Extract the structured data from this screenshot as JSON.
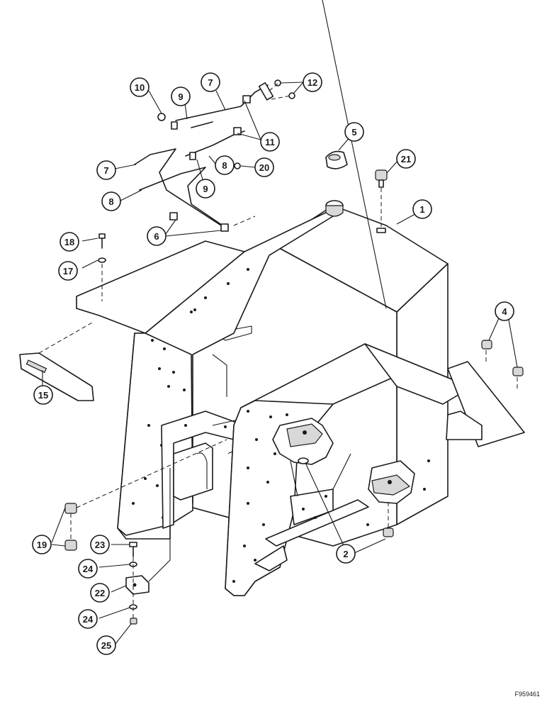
{
  "figure_id": "F959461",
  "callouts": [
    {
      "id": "c1",
      "label": "1"
    },
    {
      "id": "c2",
      "label": "2"
    },
    {
      "id": "c4",
      "label": "4"
    },
    {
      "id": "c5",
      "label": "5"
    },
    {
      "id": "c6",
      "label": "6"
    },
    {
      "id": "c7a",
      "label": "7"
    },
    {
      "id": "c7b",
      "label": "7"
    },
    {
      "id": "c8a",
      "label": "8"
    },
    {
      "id": "c8b",
      "label": "8"
    },
    {
      "id": "c9a",
      "label": "9"
    },
    {
      "id": "c9b",
      "label": "9"
    },
    {
      "id": "c10",
      "label": "10"
    },
    {
      "id": "c11",
      "label": "11"
    },
    {
      "id": "c12",
      "label": "12"
    },
    {
      "id": "c15",
      "label": "15"
    },
    {
      "id": "c17",
      "label": "17"
    },
    {
      "id": "c18",
      "label": "18"
    },
    {
      "id": "c19",
      "label": "19"
    },
    {
      "id": "c20",
      "label": "20"
    },
    {
      "id": "c21",
      "label": "21"
    },
    {
      "id": "c22",
      "label": "22"
    },
    {
      "id": "c23",
      "label": "23"
    },
    {
      "id": "c24a",
      "label": "24"
    },
    {
      "id": "c24b",
      "label": "24"
    },
    {
      "id": "c25",
      "label": "25"
    }
  ]
}
